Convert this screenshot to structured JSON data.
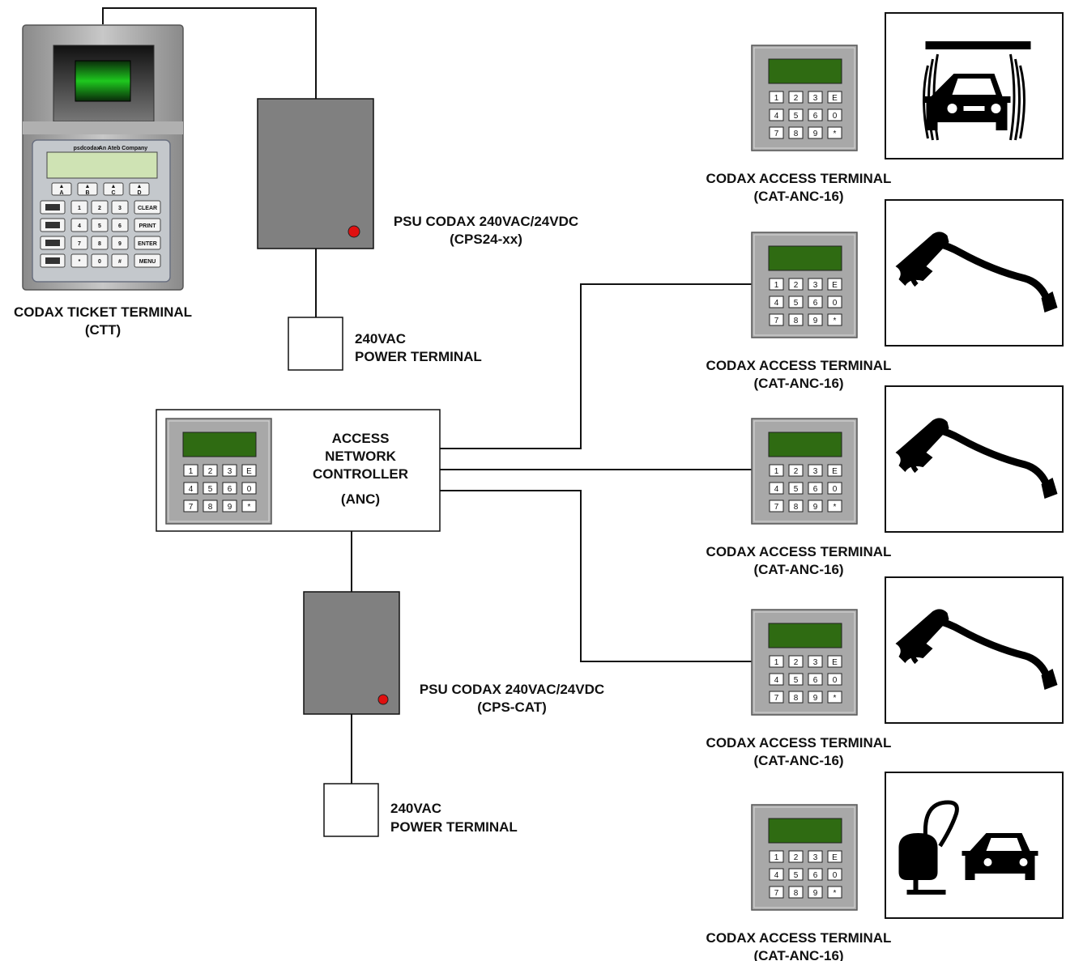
{
  "ticket_terminal": {
    "label_line1": "CODAX TICKET TERMINAL",
    "label_line2": "(CTT)",
    "brand": "psdcodax",
    "brand_sub": "An Ateb Company",
    "arrow_keys": [
      "A",
      "B",
      "C",
      "D"
    ],
    "keys": [
      [
        "",
        "1",
        "2",
        "3",
        "CLEAR"
      ],
      [
        "",
        "4",
        "5",
        "6",
        "PRINT"
      ],
      [
        "",
        "7",
        "8",
        "9",
        "ENTER"
      ],
      [
        "",
        "*",
        "0",
        "#",
        "MENU"
      ]
    ]
  },
  "psu_top": {
    "label_line1": "PSU CODAX 240VAC/24VDC",
    "label_line2": "(CPS24-xx)"
  },
  "power_top": {
    "label_line1": "240VAC",
    "label_line2": "POWER TERMINAL"
  },
  "anc": {
    "line1": "ACCESS",
    "line2": "NETWORK",
    "line3": "CONTROLLER",
    "line4": "(ANC)"
  },
  "psu_bottom": {
    "label_line1": "PSU CODAX 240VAC/24VDC",
    "label_line2": "(CPS-CAT)"
  },
  "power_bottom": {
    "label_line1": "240VAC",
    "label_line2": "POWER TERMINAL"
  },
  "keypad_keys": [
    [
      "1",
      "2",
      "3",
      "E"
    ],
    [
      "4",
      "5",
      "6",
      "0"
    ],
    [
      "7",
      "8",
      "9",
      "*"
    ]
  ],
  "access_terminals": [
    {
      "label_line1": "CODAX ACCESS TERMINAL",
      "label_line2": "(CAT-ANC-16)",
      "icon": "car-wash-icon"
    },
    {
      "label_line1": "CODAX ACCESS TERMINAL",
      "label_line2": "(CAT-ANC-16)",
      "icon": "pressure-washer-gun-icon"
    },
    {
      "label_line1": "CODAX ACCESS TERMINAL",
      "label_line2": "(CAT-ANC-16)",
      "icon": "pressure-washer-gun-icon"
    },
    {
      "label_line1": "CODAX ACCESS TERMINAL",
      "label_line2": "(CAT-ANC-16)",
      "icon": "pressure-washer-gun-icon"
    },
    {
      "label_line1": "CODAX ACCESS TERMINAL",
      "label_line2": "(CAT-ANC-16)",
      "icon": "vacuum-and-car-icon"
    }
  ],
  "colors": {
    "line": "#111111",
    "psu_fill": "#808080",
    "keypad_body": "#a8a8a8",
    "lcd": "#2f6b12",
    "led": "#e01010"
  }
}
